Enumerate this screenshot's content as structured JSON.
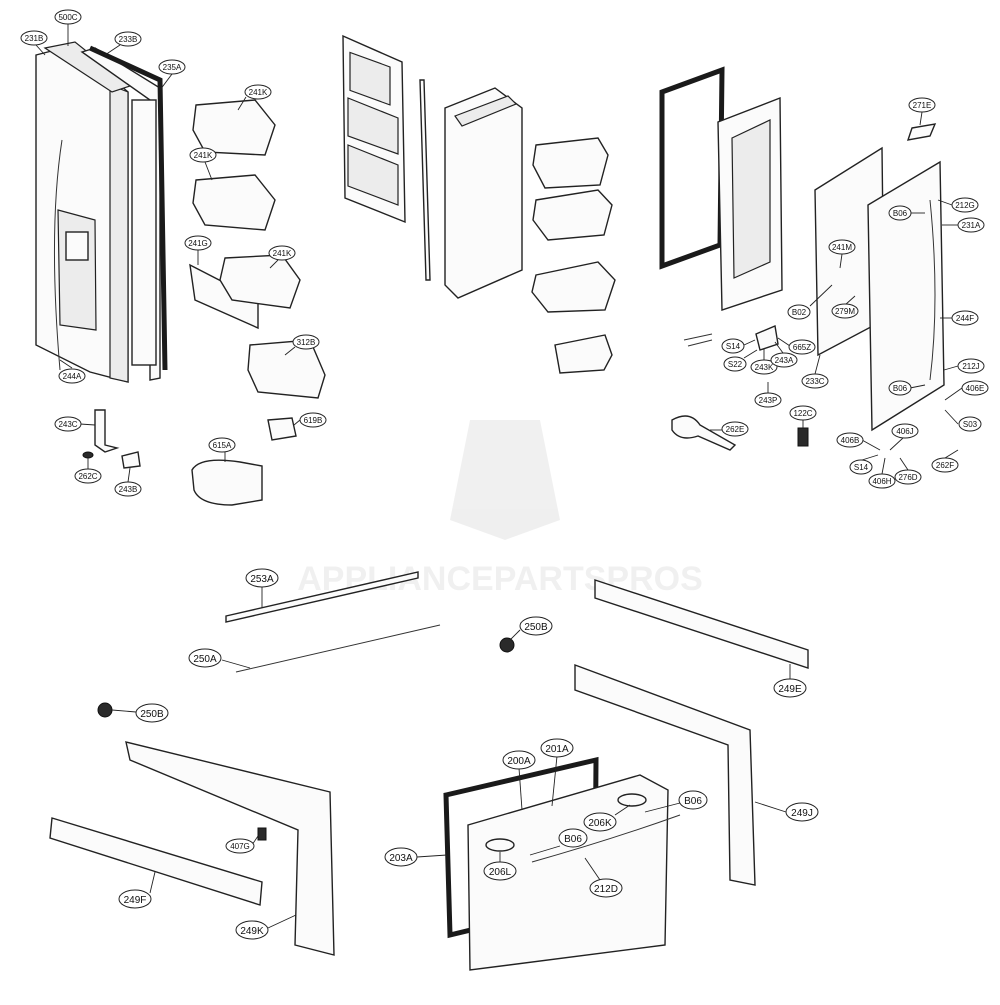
{
  "watermark": "APPLIANCEPARTSPROS",
  "labels": {
    "l231B": "231B",
    "l500C": "500C",
    "l233B": "233B",
    "l235A": "235A",
    "l241K1": "241K",
    "l241K2": "241K",
    "l241G": "241G",
    "l241K3": "241K",
    "l312B": "312B",
    "l244A": "244A",
    "l243C": "243C",
    "l262C": "262C",
    "l243B": "243B",
    "l619B": "619B",
    "l615A": "615A",
    "l271E": "271E",
    "l212G": "212G",
    "l231A": "231A",
    "l244F": "244F",
    "l212J": "212J",
    "l406E": "406E",
    "lS03": "S03",
    "l262F": "262F",
    "l241M": "241M",
    "l279M": "279M",
    "lB02": "B02",
    "lS14a": "S14",
    "lS22": "S22",
    "l243K": "243K",
    "l243A": "243A",
    "l665Z": "665Z",
    "l243P": "243P",
    "l233C": "233C",
    "l122C": "122C",
    "l262E": "262E",
    "l406B": "406B",
    "l406J": "406J",
    "lS14b": "S14",
    "l406H": "406H",
    "l276D": "276D",
    "lB06a": "B06",
    "lB06b": "B06",
    "l253A": "253A",
    "l250A": "250A",
    "l250B1": "250B",
    "l250B2": "250B",
    "l249E": "249E",
    "l249J": "249J",
    "l249F": "249F",
    "l249K": "249K",
    "l407G": "407G",
    "l200A": "200A",
    "l201A": "201A",
    "l203A": "203A",
    "l206K": "206K",
    "l206L": "206L",
    "l212D": "212D",
    "lB06c": "B06",
    "lB06d": "B06"
  }
}
